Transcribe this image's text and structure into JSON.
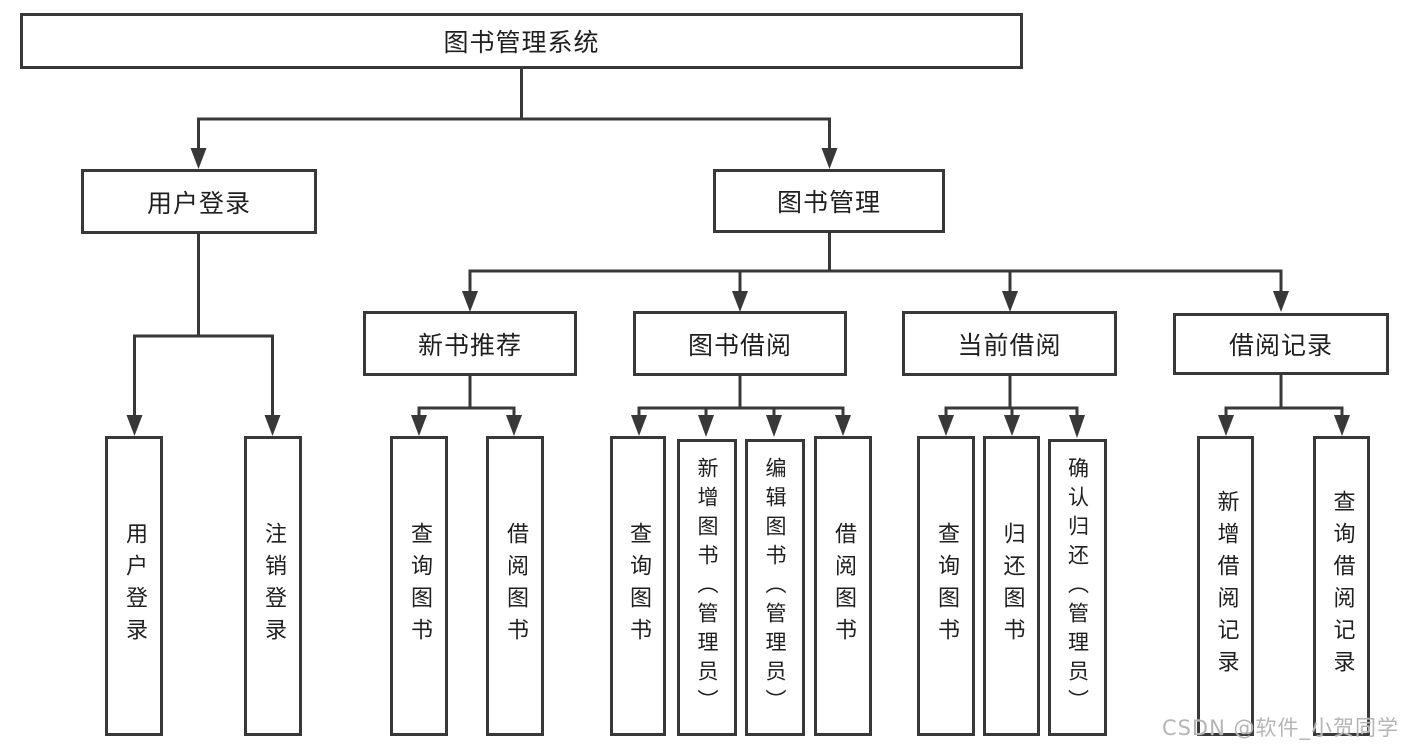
{
  "diagram_title": "图书管理系统",
  "nodes": {
    "root": {
      "label": "图书管理系统"
    },
    "user_login": {
      "label": "用户登录"
    },
    "book_management": {
      "label": "图书管理"
    },
    "new_book_recommend": {
      "label": "新书推荐"
    },
    "book_borrow": {
      "label": "图书借阅"
    },
    "current_borrow": {
      "label": "当前借阅"
    },
    "borrow_records": {
      "label": "借阅记录"
    },
    "leaf_user_login": {
      "label": "用户登录"
    },
    "leaf_logout": {
      "label": "注销登录"
    },
    "leaf_query_books_recommend": {
      "label": "查询图书"
    },
    "leaf_borrow_books_recommend": {
      "label": "借阅图书"
    },
    "leaf_query_books_borrow": {
      "label": "查询图书"
    },
    "leaf_add_books_admin": {
      "label": "新增图书（管理员）"
    },
    "leaf_edit_books_admin": {
      "label": "编辑图书（管理员）"
    },
    "leaf_borrow_books_borrow": {
      "label": "借阅图书"
    },
    "leaf_query_books_current": {
      "label": "查询图书"
    },
    "leaf_return_books": {
      "label": "归还图书"
    },
    "leaf_confirm_return_admin": {
      "label": "确认归还（管理员）"
    },
    "leaf_add_borrow_record": {
      "label": "新增借阅记录"
    },
    "leaf_query_borrow_record": {
      "label": "查询借阅记录"
    }
  },
  "edges": [
    {
      "from": "root",
      "to": [
        "user_login",
        "book_management"
      ]
    },
    {
      "from": "user_login",
      "to": [
        "leaf_user_login",
        "leaf_logout"
      ]
    },
    {
      "from": "book_management",
      "to": [
        "new_book_recommend",
        "book_borrow",
        "current_borrow",
        "borrow_records"
      ]
    },
    {
      "from": "new_book_recommend",
      "to": [
        "leaf_query_books_recommend",
        "leaf_borrow_books_recommend"
      ]
    },
    {
      "from": "book_borrow",
      "to": [
        "leaf_query_books_borrow",
        "leaf_add_books_admin",
        "leaf_edit_books_admin",
        "leaf_borrow_books_borrow"
      ]
    },
    {
      "from": "current_borrow",
      "to": [
        "leaf_query_books_current",
        "leaf_return_books",
        "leaf_confirm_return_admin"
      ]
    },
    {
      "from": "borrow_records",
      "to": [
        "leaf_add_borrow_record",
        "leaf_query_borrow_record"
      ]
    }
  ],
  "watermark": {
    "text": "CSDN @软件_小贺同学"
  },
  "colors": {
    "line": "#383838",
    "text": "#1f1f1f",
    "background": "#ffffff",
    "watermark": "#b5b5b5"
  }
}
